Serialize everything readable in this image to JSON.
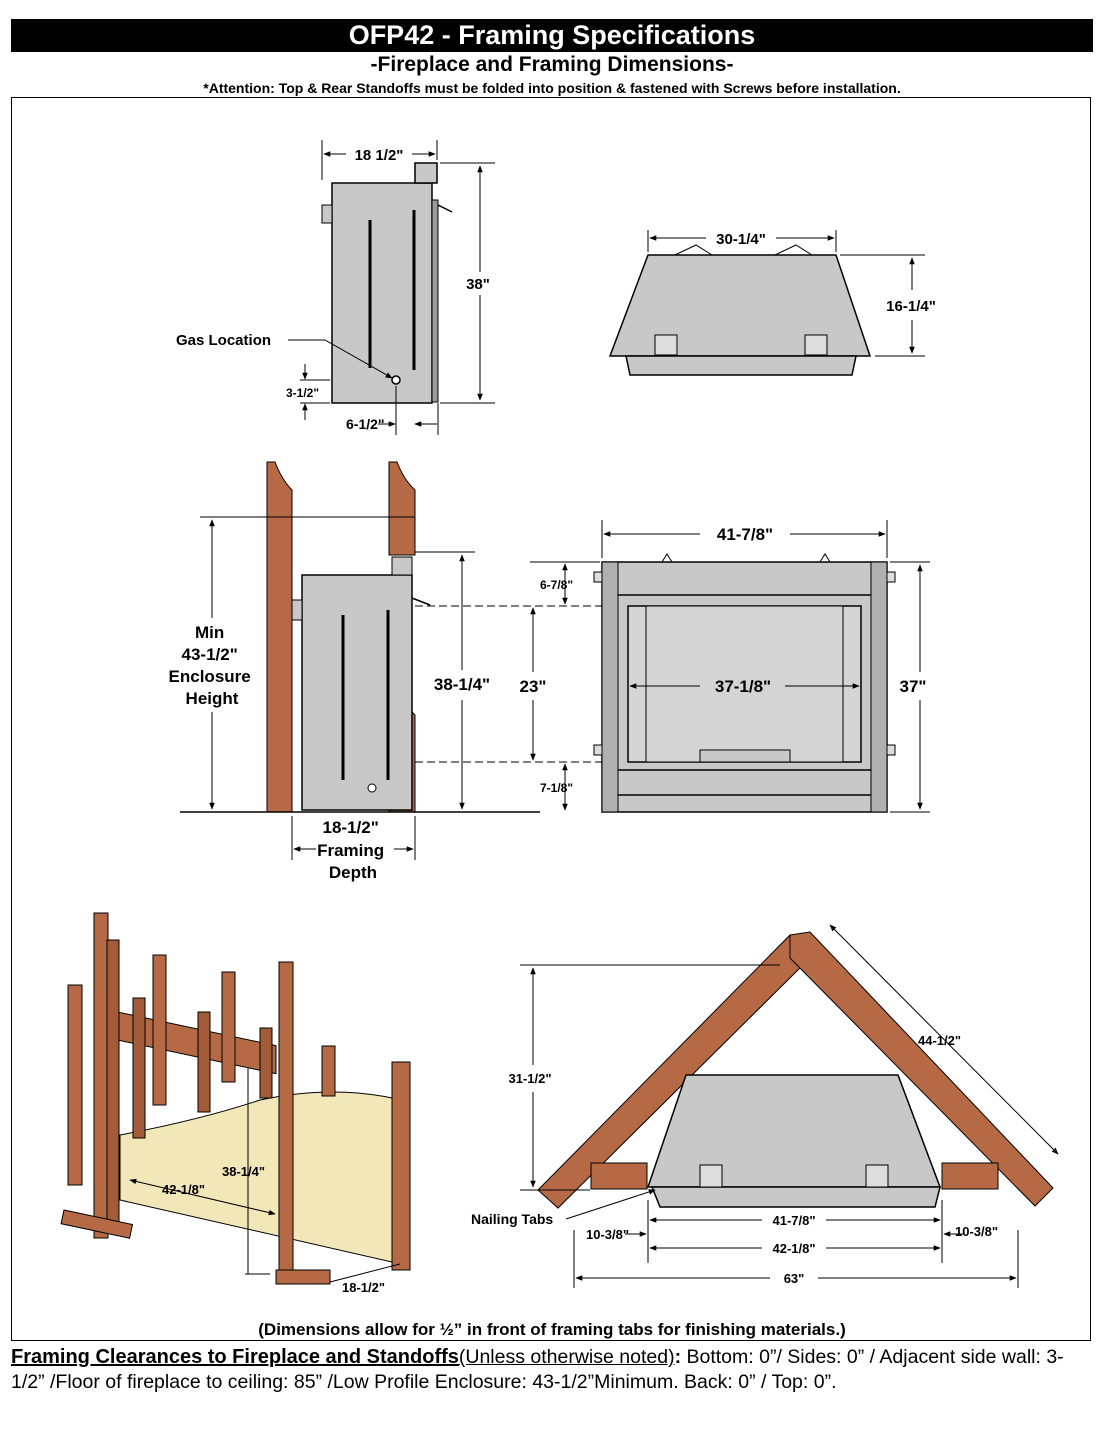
{
  "header": {
    "title": "OFP42 -  Framing Specifications",
    "subtitle": "-Fireplace and Framing Dimensions-",
    "attention": "*Attention: Top & Rear Standoffs must be folded into position & fastened with Screws before installation."
  },
  "side_view": {
    "width": "18 1/2\"",
    "height": "38\"",
    "gas_label": "Gas Location",
    "gas_height": "3-1/2\"",
    "gas_offset": "6-1/2\""
  },
  "top_view": {
    "width": "30-1/4\"",
    "depth": "16-1/4\""
  },
  "enclosure_side": {
    "min_lines": [
      "Min",
      "43-1/2\"",
      "Enclosure",
      "Height"
    ],
    "height": "38-1/4\"",
    "depth_lines": [
      "18-1/2\"",
      "Framing",
      "Depth"
    ]
  },
  "front_view": {
    "width": "41-7/8\"",
    "inner_width": "37-1/8\"",
    "height": "37\"",
    "top_gap": "6-7/8\"",
    "opening": "23\"",
    "bottom_gap": "7-1/8\""
  },
  "framing_3d": {
    "height": "38-1/4\"",
    "width": "42-1/8\"",
    "depth": "18-1/2\""
  },
  "corner_view": {
    "height": "31-1/2\"",
    "diagonal": "44-1/2\"",
    "nailing_label": "Nailing Tabs",
    "unit_width": "41-7/8\"",
    "frame_width": "42-1/8\"",
    "side_left": "10-3/8\"",
    "side_right": "10-3/8\"",
    "overall": "63\""
  },
  "footnote": "(Dimensions allow for ½” in front of framing tabs for finishing materials.)",
  "clearances": {
    "heading": "Framing Clearances to Fireplace and Standoffs",
    "note": "(Unless otherwise noted)",
    "colon": ":",
    "body": " Bottom: 0”/ Sides: 0” / Adjacent side wall: 3-1/2” /Floor of fireplace to ceiling: 85” /Low Profile Enclosure: 43-1/2”Minimum. Back: 0” / Top: 0”."
  },
  "colors": {
    "metal": "#c8c8c8",
    "wood": "#b56a45",
    "insulation": "#f1e7b8"
  }
}
